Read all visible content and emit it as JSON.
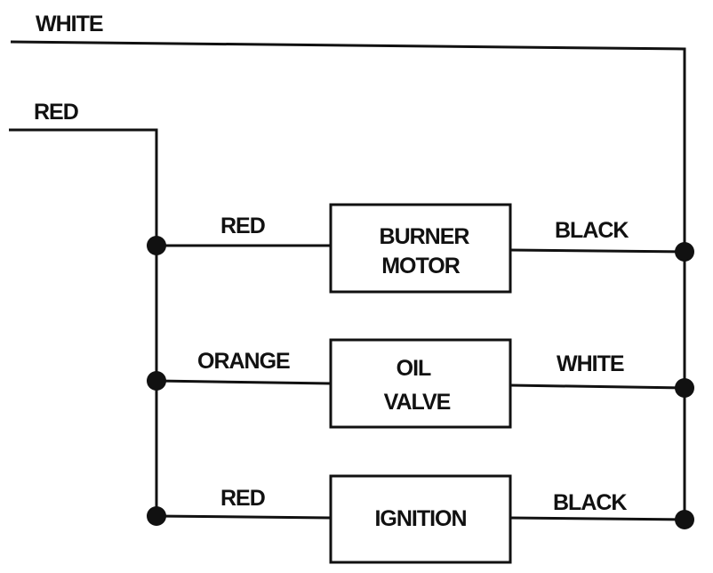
{
  "wires": {
    "top_supply": "WHITE",
    "left_supply": "RED",
    "burner_in": "RED",
    "burner_out": "BLACK",
    "valve_in": "ORANGE",
    "valve_out": "WHITE",
    "ignition_in": "RED",
    "ignition_out": "BLACK"
  },
  "components": {
    "burner_motor": {
      "line1": "BURNER",
      "line2": "MOTOR"
    },
    "oil_valve": {
      "line1": "OIL",
      "line2": "VALVE"
    },
    "ignition": {
      "line1": "IGNITION"
    }
  },
  "colors": {
    "ink": "#111111",
    "background": "#ffffff"
  }
}
